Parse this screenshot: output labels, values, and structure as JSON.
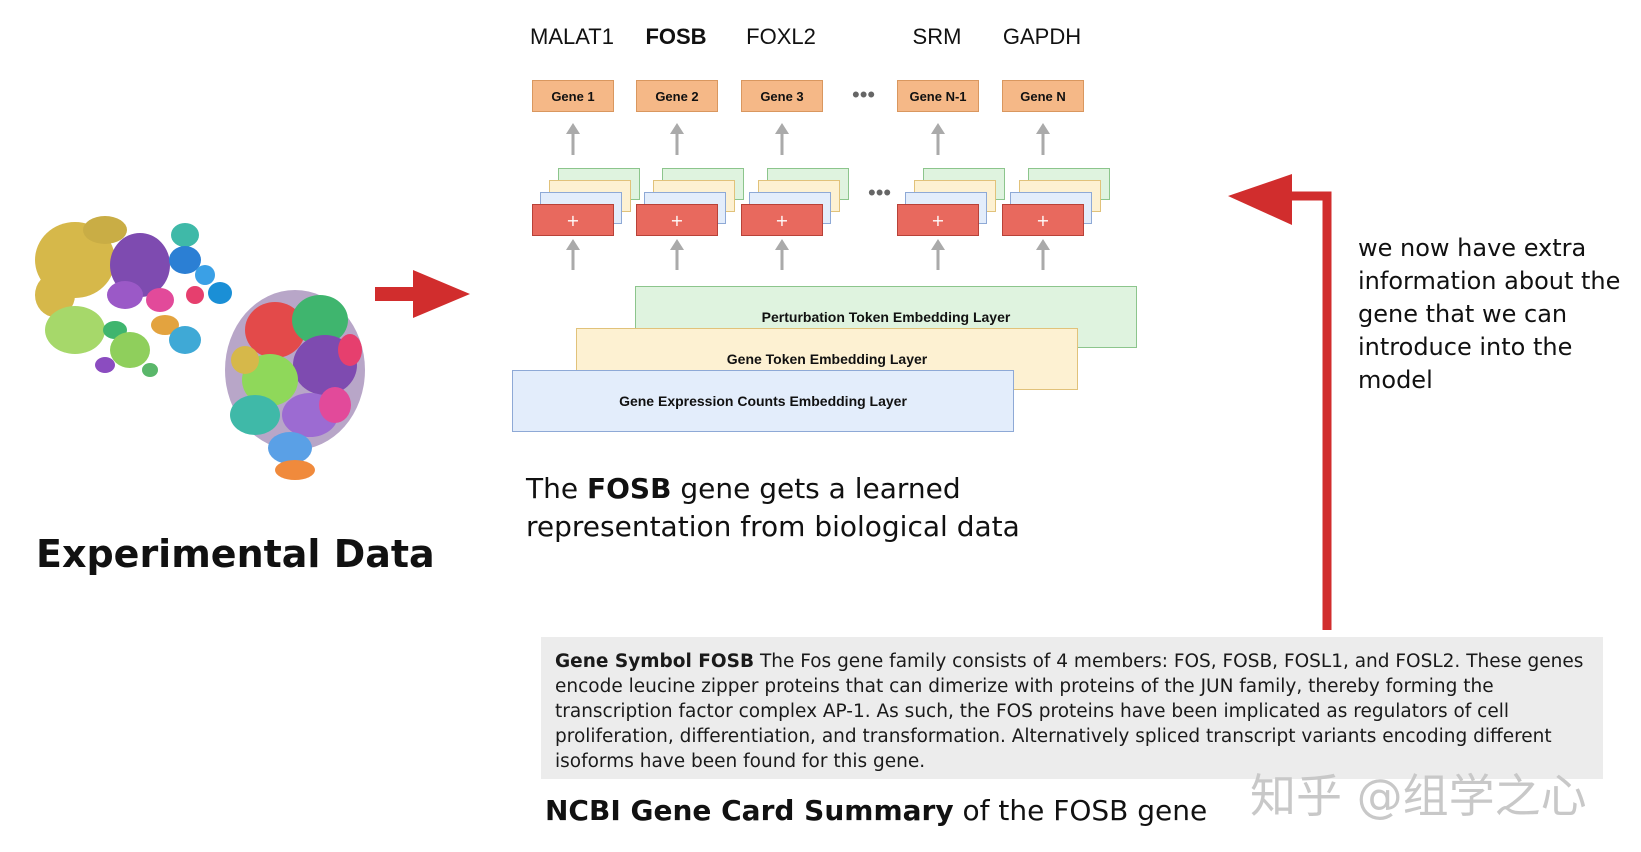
{
  "genes": [
    {
      "name": "MALAT1",
      "token": "Gene 1",
      "bold": false
    },
    {
      "name": "FOSB",
      "token": "Gene 2",
      "bold": true
    },
    {
      "name": "FOXL2",
      "token": "Gene 3",
      "bold": false
    },
    {
      "name": "SRM",
      "token": "Gene N-1",
      "bold": false
    },
    {
      "name": "GAPDH",
      "token": "Gene N",
      "bold": false
    }
  ],
  "ellipsis": "•••",
  "plus": "+",
  "layers": {
    "perturbation": "Perturbation Token Embedding Layer",
    "gene_token": "Gene Token Embedding Layer",
    "expression": "Gene Expression Counts Embedding Layer"
  },
  "caption": {
    "prefix": "The ",
    "bold": "FOSB",
    "suffix": " gene gets a learned representation from biological data"
  },
  "experimental_title": "Experimental Data",
  "side_note": "we now have extra information about the gene that we can introduce into the model",
  "summary": {
    "label": "Gene Symbol FOSB",
    "text": " The Fos gene family consists of 4 members: FOS, FOSB, FOSL1, and FOSL2. These genes encode leucine zipper proteins that can dimerize with proteins of the JUN family, thereby forming the transcription factor complex AP-1. As such, the FOS proteins have been implicated as regulators of cell proliferation, differentiation, and transformation. Alternatively spliced transcript variants encoding different isoforms have been found for this gene."
  },
  "ncbi": {
    "bold": "NCBI Gene Card Summary",
    "rest": " of the FOSB gene"
  },
  "watermark": "知乎 @组学之心",
  "colors": {
    "red_arrow": "#d12d2d",
    "gene_box": "#f5b887",
    "plus_box": "#e8695e",
    "perturb_layer": "#dff3df",
    "token_layer": "#fdf1d2",
    "expr_layer": "#e3edfb"
  }
}
